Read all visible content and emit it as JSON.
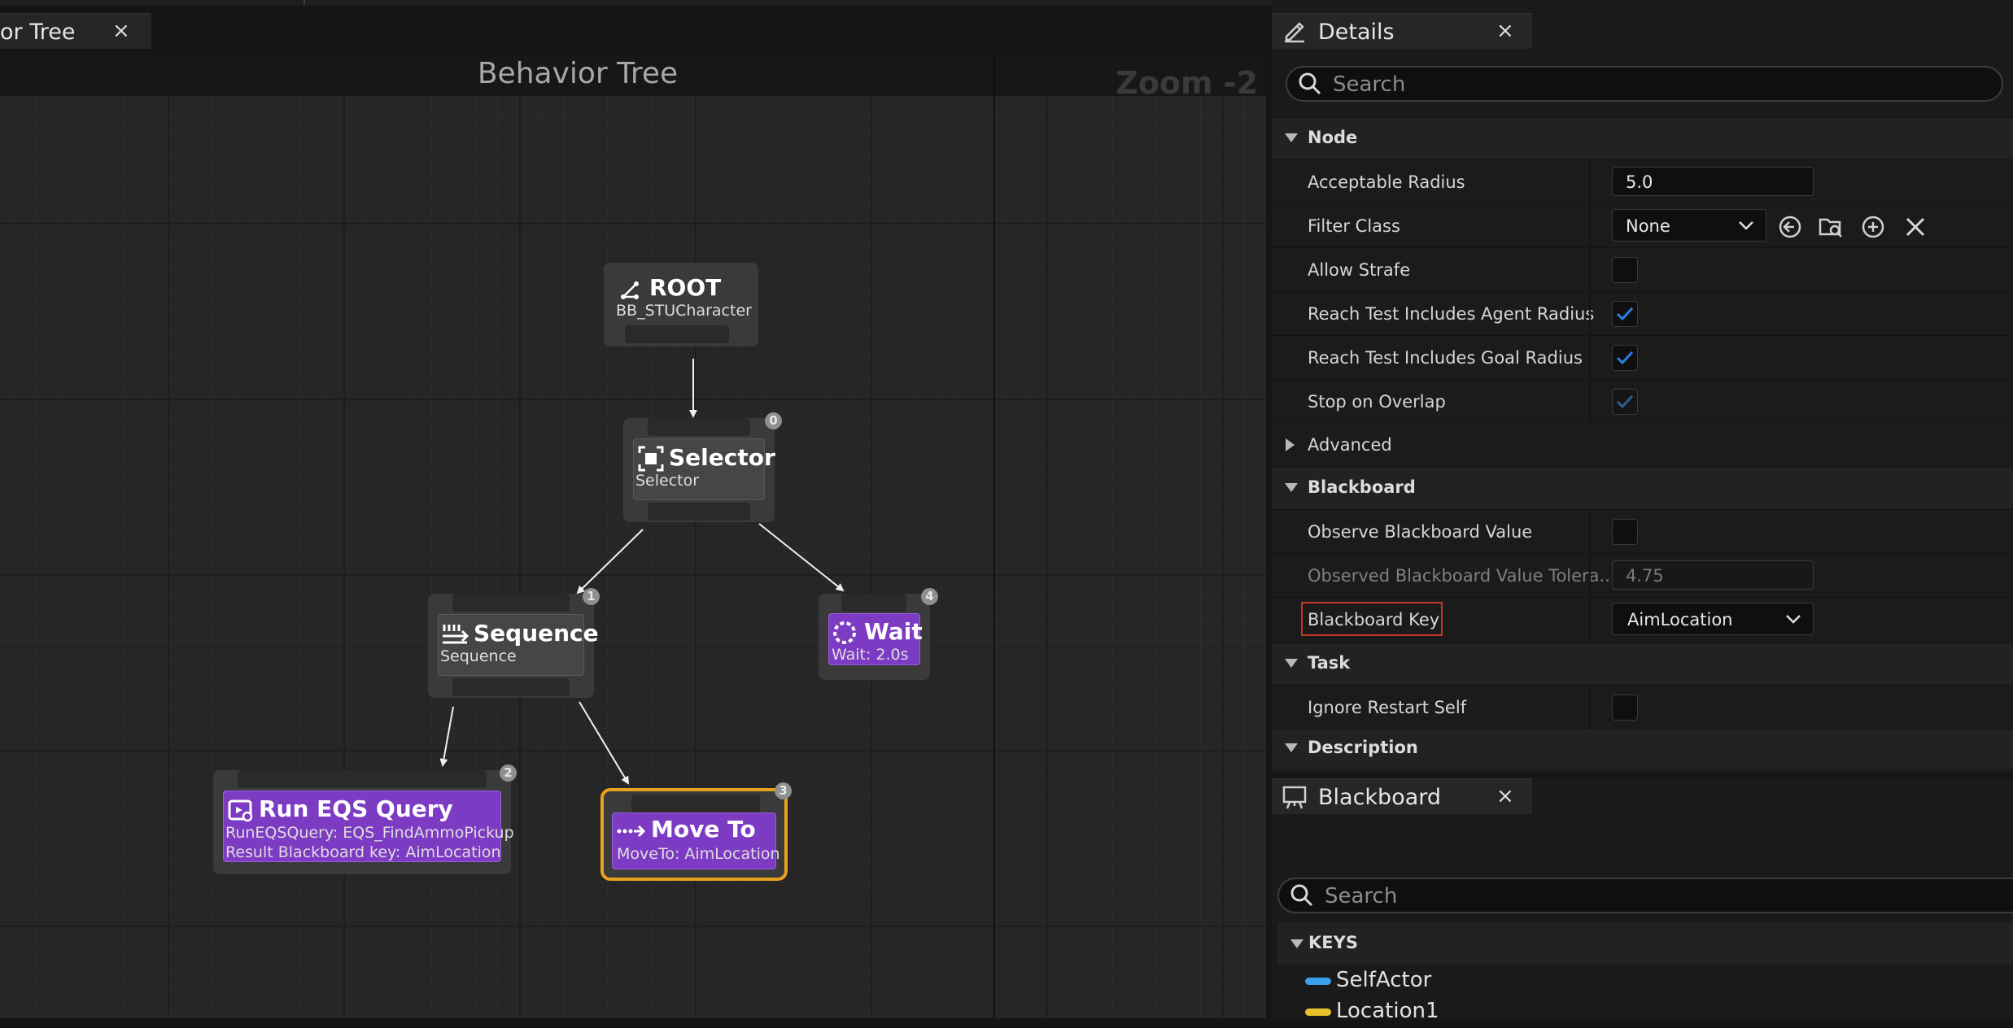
{
  "graph_tab": {
    "label": "or Tree",
    "close": "×"
  },
  "graph": {
    "title": "Behavior Tree",
    "zoom": "Zoom -2",
    "nodes": {
      "root": {
        "title": "ROOT",
        "subtitle": "BB_STUCharacter"
      },
      "selector": {
        "title": "Selector",
        "subtitle": "Selector",
        "index": "0"
      },
      "sequence": {
        "title": "Sequence",
        "subtitle": "Sequence",
        "index": "1"
      },
      "run_eqs": {
        "title": "Run EQS Query",
        "line1": "RunEQSQuery: EQS_FindAmmoPickup",
        "line2": "Result Blackboard key: AimLocation",
        "index": "2"
      },
      "move_to": {
        "title": "Move To",
        "subtitle": "MoveTo: AimLocation",
        "index": "3"
      },
      "wait": {
        "title": "Wait",
        "subtitle": "Wait: 2.0s",
        "index": "4"
      }
    }
  },
  "details": {
    "tab_label": "Details",
    "close": "×",
    "search_placeholder": "Search",
    "sections": {
      "node": "Node",
      "advanced": "Advanced",
      "blackboard": "Blackboard",
      "task": "Task",
      "description": "Description"
    },
    "props": {
      "acceptable_radius": {
        "label": "Acceptable Radius",
        "value": "5.0"
      },
      "filter_class": {
        "label": "Filter Class",
        "value": "None"
      },
      "allow_strafe": {
        "label": "Allow Strafe",
        "checked": false
      },
      "reach_agent": {
        "label": "Reach Test Includes Agent Radius",
        "checked": true
      },
      "reach_goal": {
        "label": "Reach Test Includes Goal Radius",
        "checked": true
      },
      "stop_overlap": {
        "label": "Stop on Overlap",
        "checked": true
      },
      "observe_bb": {
        "label": "Observe Blackboard Value",
        "checked": false
      },
      "observed_tol": {
        "label": "Observed Blackboard Value Tolera...",
        "value": "4.75"
      },
      "bb_key": {
        "label": "Blackboard Key",
        "value": "AimLocation"
      },
      "ignore_restart": {
        "label": "Ignore Restart Self",
        "checked": false
      }
    }
  },
  "blackboard": {
    "tab_label": "Blackboard",
    "close": "×",
    "search_placeholder": "Search",
    "keys_header": "KEYS",
    "keys": [
      {
        "name": "SelfActor",
        "color": "#3aa0f0"
      },
      {
        "name": "Location1",
        "color": "#e8c22a"
      }
    ]
  },
  "colors": {
    "accent": "#2b7fe0",
    "task": "#7d3bc3",
    "selected": "#e8a11c",
    "highlight": "#c8362a"
  }
}
